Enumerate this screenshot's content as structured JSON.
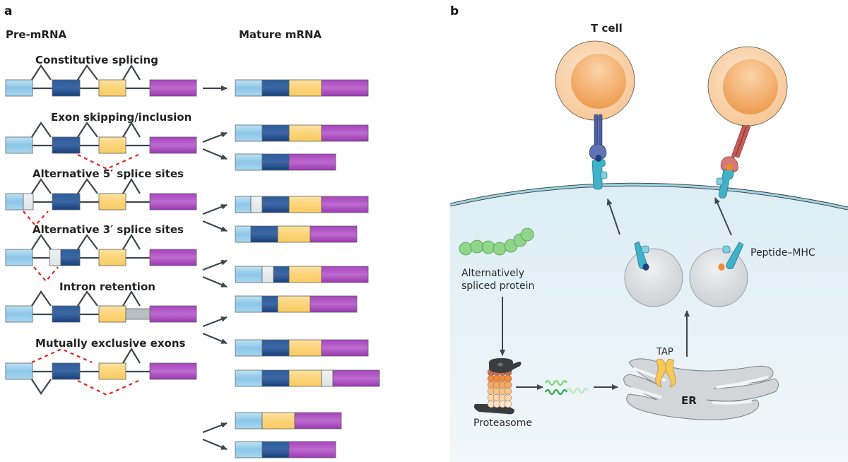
{
  "panel_a": {
    "label": "a",
    "pre_mrna_header": "Pre-mRNA",
    "mature_mrna_header": "Mature mRNA",
    "rows": [
      {
        "title": "Constitutive splicing"
      },
      {
        "title": "Exon skipping/inclusion"
      },
      {
        "title": "Alternative 5′ splice sites"
      },
      {
        "title": "Alternative 3′ splice sites"
      },
      {
        "title": "Intron retention"
      },
      {
        "title": "Mutually exclusive exons"
      }
    ]
  },
  "panel_b": {
    "label": "b",
    "t_cell": "T cell",
    "peptide_mhc": "Peptide–MHC",
    "protein_line1": "Alternatively",
    "protein_line2": "spliced protein",
    "proteasome": "Proteasome",
    "tap": "TAP",
    "er": "ER"
  },
  "colors": {
    "exon1": "#9fd0ec",
    "exon2": "#234f8c",
    "exon3": "#fcd77f",
    "exon4": "#a84bbf",
    "alt_segment": "#e3e8ea",
    "intron_retained": "#b8bec2",
    "dashed_path": "#d9271c",
    "line": "#3d474d",
    "cell_bg": "#e4f1f7",
    "membrane": "#9fd2e2",
    "t_cell_outer": "#f8cda4",
    "t_cell_inner": "#f1a65f",
    "tcr_blue": "#4b5fa3",
    "tcr_red": "#c85a55",
    "mhc": "#3fb1c9",
    "peptide_blue": "#1f3f7a",
    "peptide_orange": "#f08a2a",
    "vesicle": "#d9dcde",
    "protein_bead": "#8fd68a",
    "tap": "#f7c95a"
  }
}
